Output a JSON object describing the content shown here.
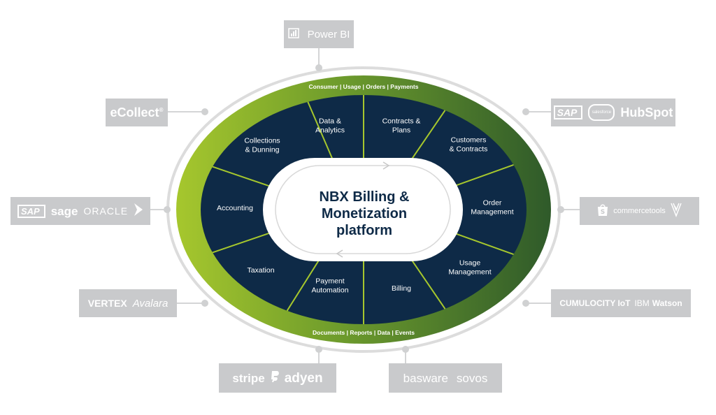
{
  "center": {
    "title_lines": [
      "NBX Billing &",
      "Monetization",
      "platform"
    ]
  },
  "ring": {
    "top_label": "Consumer | Usage | Orders | Payments",
    "bottom_label": "Documents | Reports | Data | Events"
  },
  "modules": [
    {
      "lines": [
        "Data &",
        "Analytics"
      ]
    },
    {
      "lines": [
        "Contracts &",
        "Plans"
      ]
    },
    {
      "lines": [
        "Customers",
        "& Contracts"
      ]
    },
    {
      "lines": [
        "Order",
        "Management"
      ]
    },
    {
      "lines": [
        "Usage",
        "Management"
      ]
    },
    {
      "lines": [
        "Billing"
      ]
    },
    {
      "lines": [
        "Payment",
        "Automation"
      ]
    },
    {
      "lines": [
        "Taxation"
      ]
    },
    {
      "lines": [
        "Accounting"
      ]
    },
    {
      "lines": [
        "Collections",
        "& Dunning"
      ]
    }
  ],
  "integrations": {
    "power_bi": "Power BI",
    "ecollect": "eCollect",
    "ecollect_mark": "®",
    "sap": "SAP",
    "salesforce": "salesforce",
    "hubspot": "HubSpot",
    "sage": "sage",
    "oracle": "ORACLE",
    "commercetools": "commercetools",
    "vertex": "VERTEX",
    "avalara": "Avalara",
    "cumulocity": "CUMULOCITY IoT",
    "ibm": "IBM",
    "watson": "Watson",
    "stripe": "stripe",
    "adyen": "adyen",
    "basware": "basware",
    "sovos": "sovos"
  },
  "colors": {
    "navy": "#0e2a47",
    "ring_green_light": "#a6c72d",
    "ring_green_dark": "#2f5a2a",
    "pill_gray": "#c9cacc",
    "connector_gray": "#d4d5d6",
    "outer_ring": "#dcdcdc"
  }
}
